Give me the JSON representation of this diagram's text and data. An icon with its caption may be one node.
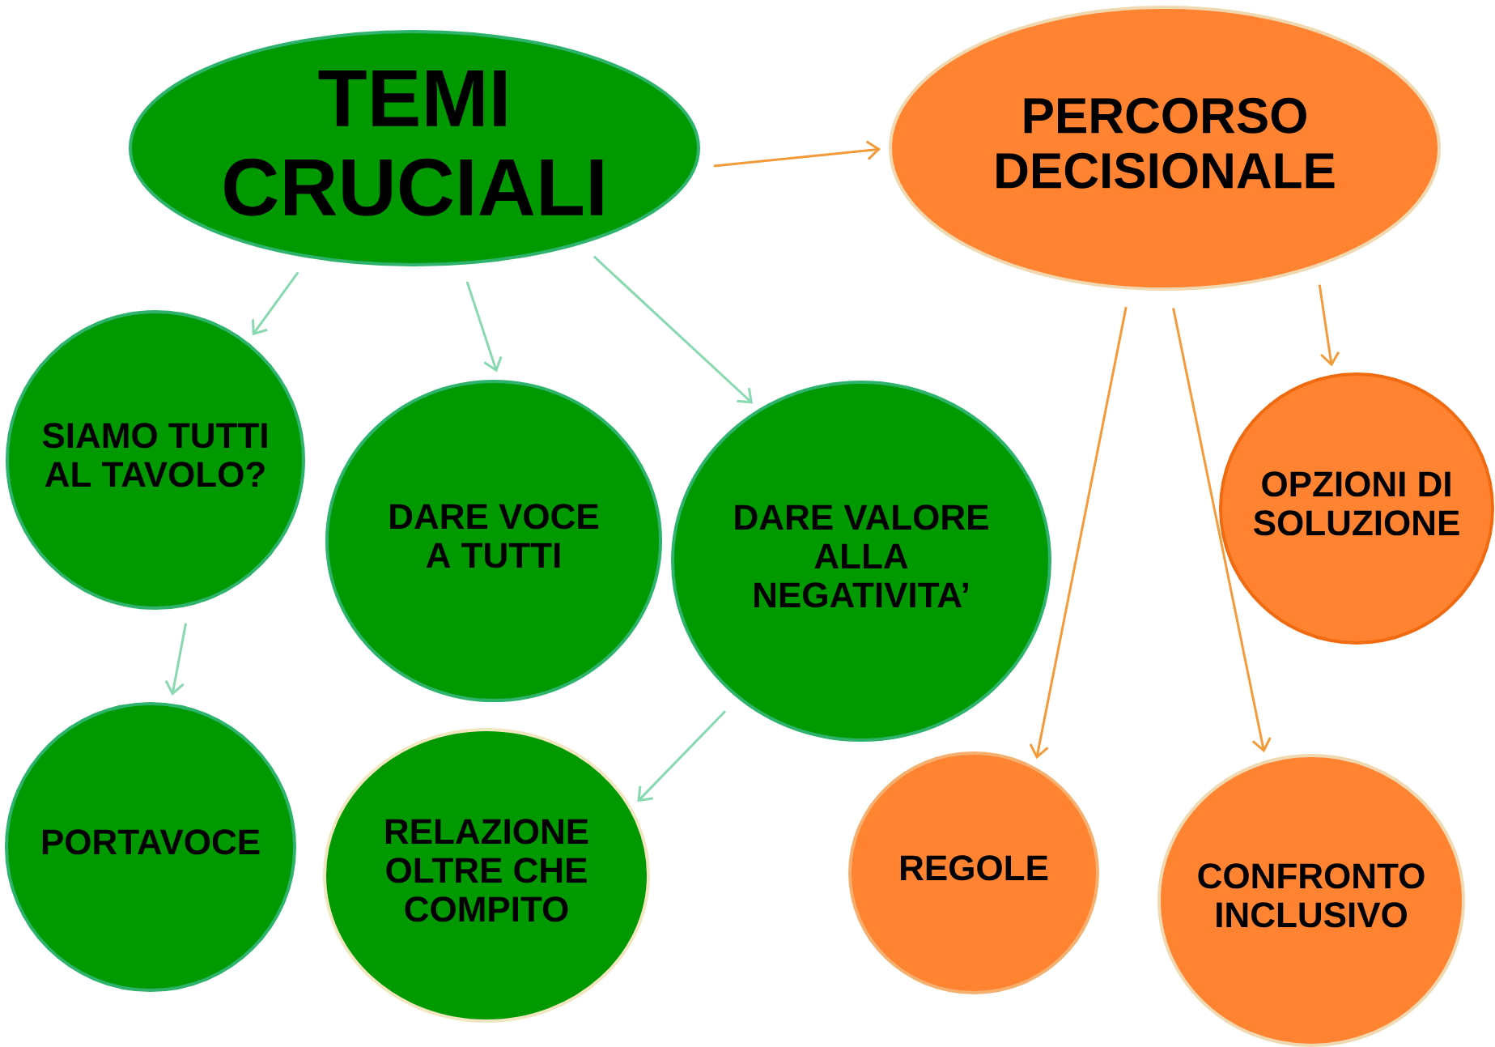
{
  "diagram": {
    "nodes": [
      {
        "text": [
          "TEMI CRUCIALI"
        ]
      },
      {
        "text": [
          "PERCORSO DECISIONALE"
        ]
      },
      {
        "text": [
          "SIAMO TUTTI AL TAVOLO?"
        ]
      },
      {
        "text": [
          "DARE VOCE A TUTTI"
        ]
      },
      {
        "text": [
          "DARE VALORE ALLA NEGATIVITA’"
        ]
      },
      {
        "text": [
          "OPZIONI DI SOLUZIONE"
        ]
      },
      {
        "text": [
          "PORTAVOCE"
        ]
      },
      {
        "text": [
          "RELAZIONE OLTRE CHE COMPITO"
        ]
      },
      {
        "text": [
          "REGOLE"
        ]
      },
      {
        "text": [
          "CONFRONTO INCLUSIVO"
        ]
      }
    ],
    "edges": [
      {
        "from": 0,
        "to": 1,
        "arrow": "to",
        "color": "#f39a3a"
      },
      {
        "from": 0,
        "to": 2,
        "arrow": "to"
      },
      {
        "from": 0,
        "to": 3,
        "arrow": "to"
      },
      {
        "from": 0,
        "to": 4,
        "arrow": "to"
      },
      {
        "from": 1,
        "to": 5,
        "arrow": "to",
        "color": "#f39a3a"
      },
      {
        "from": 2,
        "to": 6,
        "arrow": "to"
      },
      {
        "from": 4,
        "to": 7,
        "arrow": "to"
      },
      {
        "from": 1,
        "to": 8,
        "arrow": "to",
        "color": "#f39a3a"
      },
      {
        "from": 1,
        "to": 9,
        "arrow": "to",
        "color": "#f39a3a"
      }
    ]
  }
}
